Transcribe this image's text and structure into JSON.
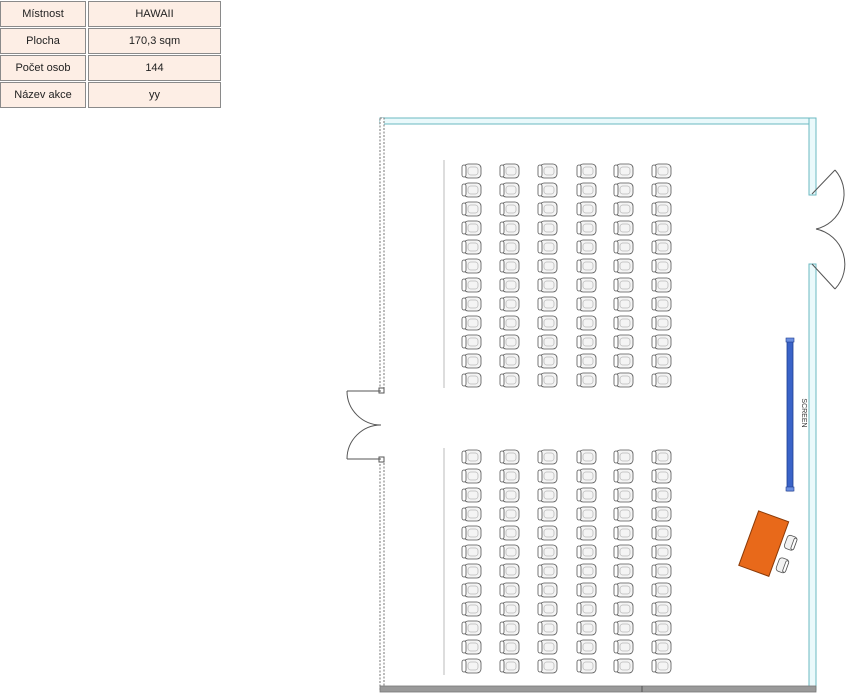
{
  "info_table": {
    "rows": [
      {
        "label": "Místnost",
        "value": "HAWAII"
      },
      {
        "label": "Plocha",
        "value": "170,3 sqm"
      },
      {
        "label": "Počet osob",
        "value": "144"
      },
      {
        "label": "Název akce",
        "value": "yy"
      }
    ]
  },
  "floor_plan": {
    "screen_label": "SCREEN",
    "chair_blocks": [
      {
        "name": "upper",
        "columns": 6,
        "rows": 12
      },
      {
        "name": "lower",
        "columns": 6,
        "rows": 12
      }
    ],
    "colors": {
      "wall": "#7fd6de",
      "floor_strip": "#9a9a9a",
      "screen": "#3a63c8",
      "table": "#e8691a",
      "chair_stroke": "#555555"
    }
  }
}
